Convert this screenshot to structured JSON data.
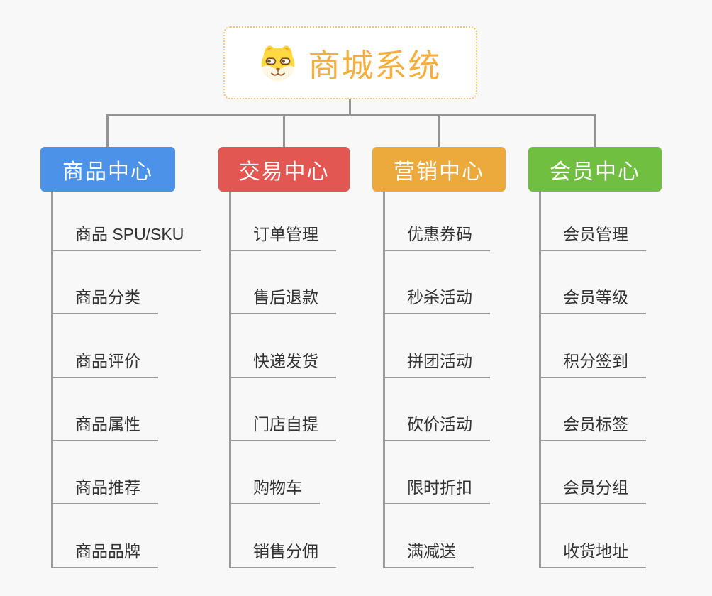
{
  "background": "#f8f8f8",
  "connector_color": "#949494",
  "root": {
    "title": "商城系统",
    "icon": "dog-face-icon",
    "text_color": "#f6ae3c",
    "border_color": "#f6c77d"
  },
  "branches": [
    {
      "label": "商品中心",
      "color": "#4b92e8",
      "children": [
        "商品 SPU/SKU",
        "商品分类",
        "商品评价",
        "商品属性",
        "商品推荐",
        "商品品牌"
      ]
    },
    {
      "label": "交易中心",
      "color": "#e25752",
      "children": [
        "订单管理",
        "售后退款",
        "快递发货",
        "门店自提",
        "购物车",
        "销售分佣"
      ]
    },
    {
      "label": "营销中心",
      "color": "#ecaa3d",
      "children": [
        "优惠券码",
        "秒杀活动",
        "拼团活动",
        "砍价活动",
        "限时折扣",
        "满减送"
      ]
    },
    {
      "label": "会员中心",
      "color": "#70bf40",
      "children": [
        "会员管理",
        "会员等级",
        "积分签到",
        "会员标签",
        "会员分组",
        "收货地址"
      ]
    }
  ]
}
